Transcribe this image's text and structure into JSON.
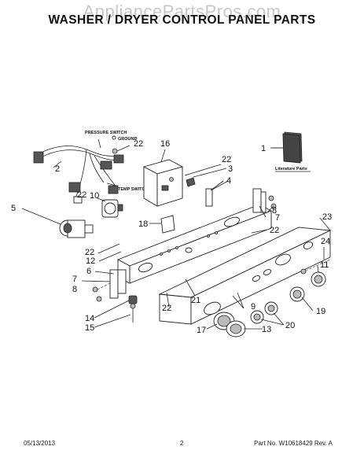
{
  "page": {
    "watermark": "AppliancePartsPros.com",
    "title": "WASHER / DRYER CONTROL PANEL PARTS"
  },
  "labels": {
    "pressure_switch": "PRESSURE SWITCH",
    "ground": "GROUND",
    "temp_switch": "TEMP SWITCH",
    "literature_parts": "Literature Parts"
  },
  "callouts": [
    "1",
    "2",
    "3",
    "4",
    "5",
    "6",
    "7",
    "8",
    "9",
    "10",
    "11",
    "12",
    "13",
    "14",
    "15",
    "16",
    "17",
    "18",
    "19",
    "20",
    "21",
    "22",
    "23",
    "24"
  ],
  "footer": {
    "date": "05/13/2013",
    "page_number": "2",
    "part_no": "Part No. W10618429  Rev. A"
  }
}
